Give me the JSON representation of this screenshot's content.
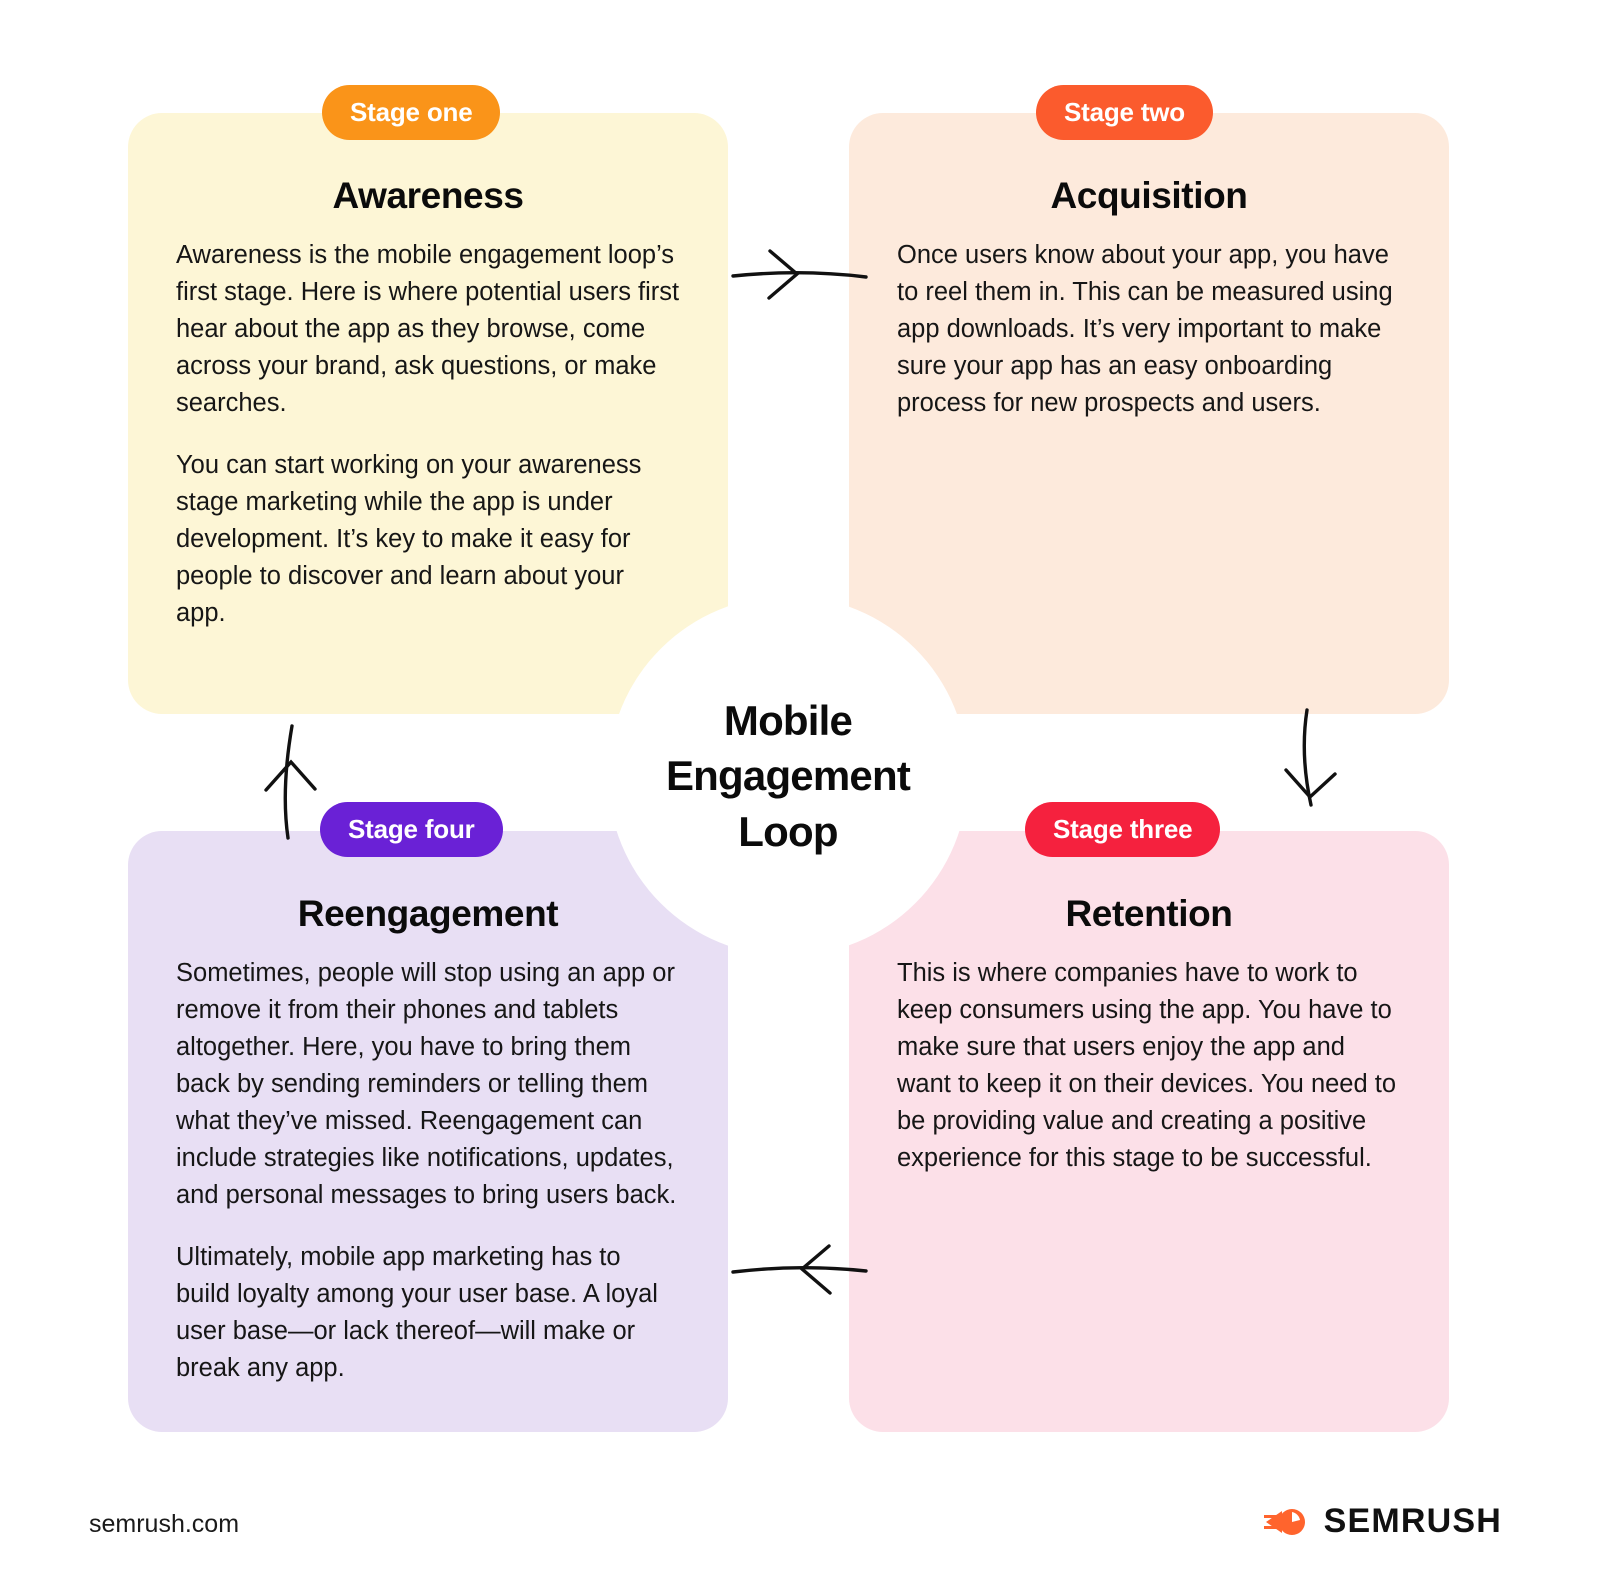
{
  "center": {
    "title": "Mobile\nEngagement\nLoop"
  },
  "colors": {
    "stage_one_badge": "#FA9419",
    "stage_two_badge": "#FB5B2D",
    "stage_three_badge": "#F5213E",
    "stage_four_badge": "#6A21D6",
    "card_one_bg": "#FDF6D6",
    "card_two_bg": "#FDEADC",
    "card_three_bg": "#FCE0E8",
    "card_four_bg": "#E8DFF4",
    "brand_orange": "#FF642D",
    "text": "#161616"
  },
  "stages": [
    {
      "badge": "Stage one",
      "title": "Awareness",
      "paragraphs": [
        "Awareness is the mobile engagement loop’s first stage. Here is where potential users first hear about the app as they browse, come across your brand, ask questions, or make searches.",
        "You can start working on your awareness stage marketing while the app is under development. It’s key to make it easy for people to discover and learn about your app."
      ]
    },
    {
      "badge": "Stage two",
      "title": "Acquisition",
      "paragraphs": [
        "Once users know about your app, you have to reel them in. This can be measured using app downloads. It’s very important to make sure your app has an easy onboarding process for new prospects and users."
      ]
    },
    {
      "badge": "Stage three",
      "title": "Retention",
      "paragraphs": [
        "This is where companies have to work to keep consumers using the app. You have to make sure that users enjoy the app and want to keep it on their devices. You need to be providing value and creating a positive experience for this stage to be successful."
      ]
    },
    {
      "badge": "Stage four",
      "title": "Reengagement",
      "paragraphs": [
        "Sometimes, people will stop using an app or remove it from their phones and tablets altogether. Here, you have to bring them back by sending reminders or telling them what they’ve missed. Reengagement can include strategies like notifications, updates, and personal messages to bring users back.",
        "Ultimately, mobile app marketing has to build loyalty among your user base. A loyal user base—or lack thereof—will make or break any app."
      ]
    }
  ],
  "flow": {
    "arrows": [
      {
        "name": "arrow-awareness-to-acquisition",
        "direction": "right"
      },
      {
        "name": "arrow-acquisition-to-retention",
        "direction": "down"
      },
      {
        "name": "arrow-retention-to-reengagement",
        "direction": "left"
      },
      {
        "name": "arrow-reengagement-to-awareness",
        "direction": "up"
      }
    ]
  },
  "footer": {
    "url": "semrush.com",
    "logo_text": "SEMRUSH",
    "logo_icon": "semrush-comet-icon"
  }
}
